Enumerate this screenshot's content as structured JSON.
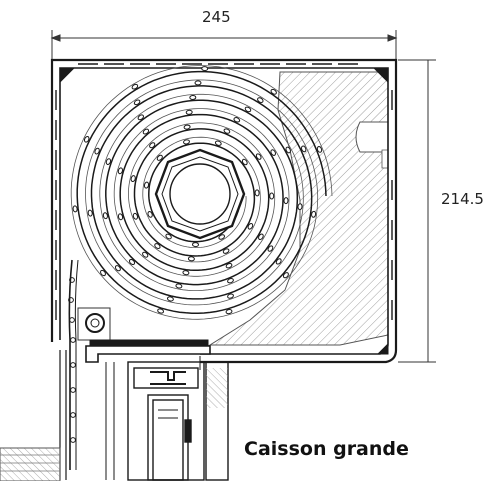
{
  "dimensions": {
    "width_label": "245",
    "height_label": "214.5"
  },
  "caption": "Caisson grande",
  "colors": {
    "line": "#1a1a1a",
    "hatch": "#9a9a9a",
    "background": "#ffffff"
  }
}
